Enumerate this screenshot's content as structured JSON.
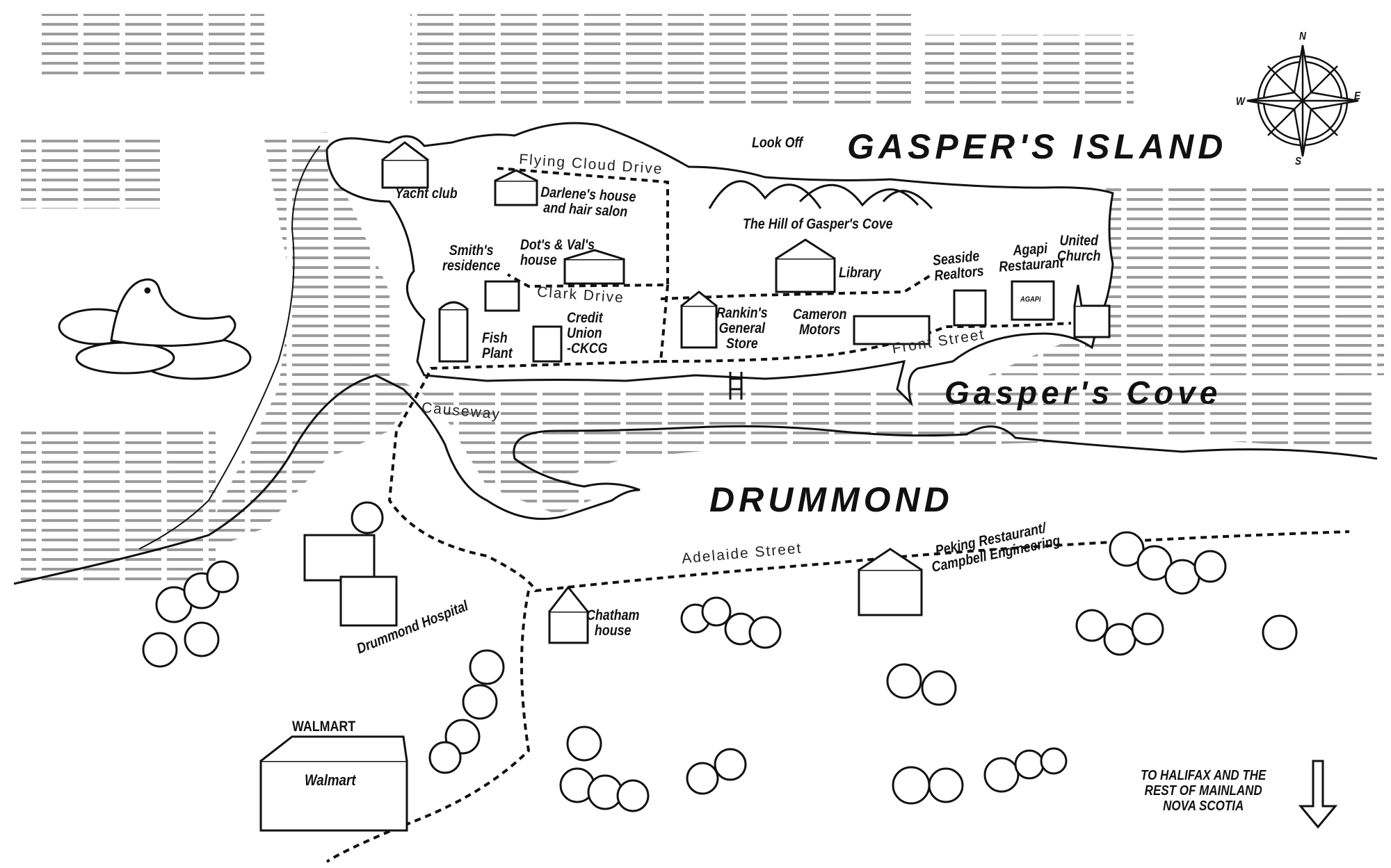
{
  "title": "GASPER'S ISLAND",
  "regions": {
    "cove": "Gasper's Cove",
    "mainland": "DRUMMOND"
  },
  "compass": {
    "n": "N",
    "e": "E",
    "s": "S",
    "w": "W"
  },
  "roads": {
    "flying_cloud": "Flying Cloud Drive",
    "clark": "Clark Drive",
    "front": "Front Street",
    "causeway": "Causeway",
    "adelaide": "Adelaide Street"
  },
  "places": {
    "look_off": "Look Off",
    "yacht_club": "Yacht club",
    "darlene_1": "Darlene's house",
    "darlene_2": "and hair salon",
    "hill": "The Hill of Gasper's Cove",
    "smith_1": "Smith's",
    "smith_2": "residence",
    "dots_1": "Dot's & Val's",
    "dots_2": "house",
    "library": "Library",
    "seaside_1": "Seaside",
    "seaside_2": "Realtors",
    "agapi_1": "Agapi",
    "agapi_2": "Restaurant",
    "agapi_sign": "AGAPi",
    "church_1": "United",
    "church_2": "Church",
    "rankin_1": "Rankin's",
    "rankin_2": "General",
    "rankin_3": "Store",
    "cameron_1": "Cameron",
    "cameron_2": "Motors",
    "fish_1": "Fish",
    "fish_2": "Plant",
    "credit_1": "Credit",
    "credit_2": "Union",
    "credit_3": "-CKCG",
    "peking_1": "Peking Restaurant/",
    "peking_2": "Campbell Engineering",
    "hospital": "Drummond Hospital",
    "chatham_1": "Chatham",
    "chatham_2": "house",
    "walmart": "WALMART",
    "walmart_sign": "Walmart"
  },
  "direction": {
    "line1": "TO HALIFAX AND THE",
    "line2": "REST OF MAINLAND",
    "line3": "NOVA SCOTIA"
  }
}
